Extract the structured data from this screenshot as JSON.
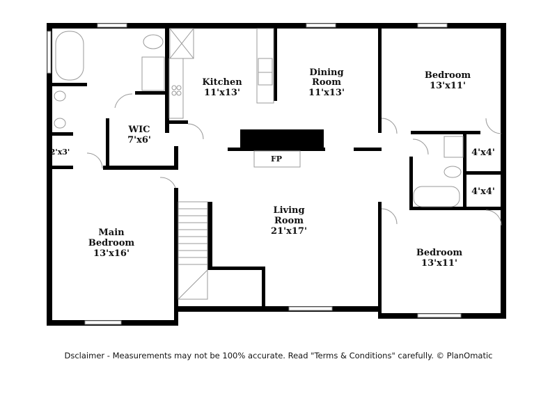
{
  "rooms": {
    "kitchen": {
      "name": "Kitchen",
      "size": "11'x13'"
    },
    "dining": {
      "name1": "Dining",
      "name2": "Room",
      "size": "11'x13'"
    },
    "bedroom_top": {
      "name": "Bedroom",
      "size": "13'x11'"
    },
    "wic": {
      "name": "WIC",
      "size": "7'x6'"
    },
    "closet_small": {
      "size": "2'x3'"
    },
    "closet_a": {
      "size": "4'x4'"
    },
    "closet_b": {
      "size": "4'x4'"
    },
    "fireplace": {
      "name": "FP"
    },
    "living": {
      "name1": "Living",
      "name2": "Room",
      "size": "21'x17'"
    },
    "main_bedroom": {
      "name1": "Main",
      "name2": "Bedroom",
      "size": "13'x16'"
    },
    "bedroom_bottom": {
      "name": "Bedroom",
      "size": "13'x11'"
    }
  },
  "disclaimer": "Dsclaimer - Measurements may not be 100% accurate. Read \"Terms & Conditions\" carefully. © PlanOmatic"
}
